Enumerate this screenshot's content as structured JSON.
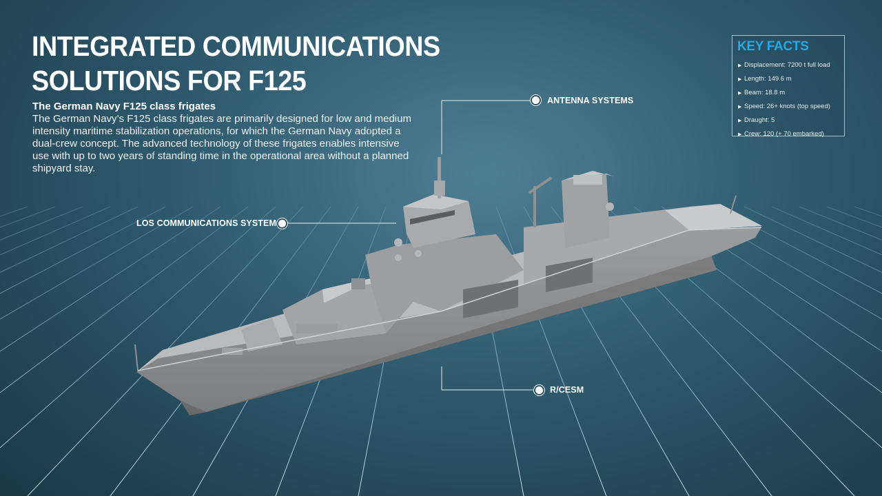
{
  "title": {
    "line1": "INTEGRATED COMMUNICATIONS",
    "line2": "SOLUTIONS FOR F125"
  },
  "intro": {
    "heading": "The German Navy F125 class frigates",
    "body": "The German Navy’s F125 class frigates are primarily designed for low and medium intensity maritime stabilization operations, for which the German Navy adopted a dual-crew concept. The advanced technology of these frigates enables intensive use with up to two years of standing time in the operational area without a planned shipyard stay."
  },
  "key_facts": {
    "heading": "KEY FACTS",
    "items": [
      "Displacement: 7200 t full load",
      "Length: 149.6 m",
      "Beam: 18.8 m",
      "Speed: 26+ knots (top speed)",
      "Draught: 5",
      "Crew: 120 (+ 70 embarked)"
    ]
  },
  "callouts": {
    "antenna": "ANTENNA SYSTEMS",
    "los": "LOS COMMUNICATIONS SYSTEM",
    "rcesm": "R/CESM"
  },
  "colors": {
    "accent": "#29a8e0",
    "background": "#2f5a6e",
    "hull": "#8d8f91"
  },
  "icons": {
    "bullet": "triangle-right-icon",
    "marker": "callout-marker-icon"
  }
}
